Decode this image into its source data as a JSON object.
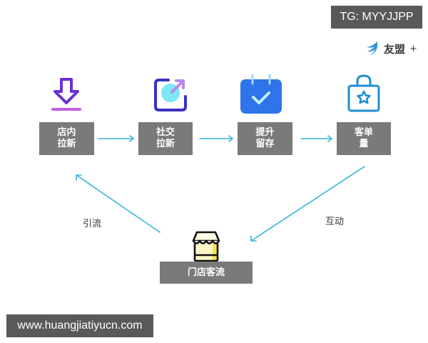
{
  "watermark_top": "TG: MYYJJPP",
  "brand": {
    "name": "友盟",
    "suffix": "+"
  },
  "steps": [
    {
      "line1": "店内",
      "line2": "拉新",
      "icon": "download-icon"
    },
    {
      "line1": "社交",
      "line2": "拉新",
      "icon": "share-external-icon"
    },
    {
      "line1": "提升",
      "line2": "留存",
      "icon": "calendar-check-icon"
    },
    {
      "line1": "客单",
      "line2": "量",
      "icon": "shopping-bag-star-icon"
    }
  ],
  "center": {
    "label": "门店客流",
    "icon": "storefront-icon"
  },
  "edge_labels": {
    "left": "引流",
    "right": "互动"
  },
  "watermark_bottom": "www.huangjiatiyucn.com",
  "colors": {
    "box": "#7a7a7a",
    "arrow": "#35b4d8",
    "purple": "#7b3fe4",
    "blue": "#2f74e8"
  }
}
